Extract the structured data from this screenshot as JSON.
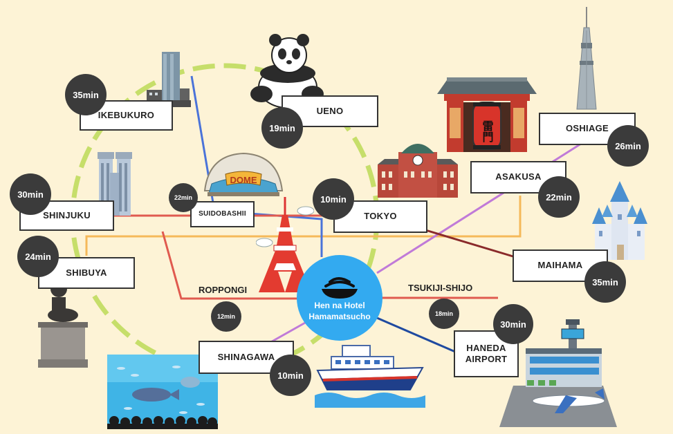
{
  "colors": {
    "background": "#fdf3d6",
    "yamanote_loop": "#c6de6a",
    "hotel": "#33aaf0",
    "badge": "#3b3b3b",
    "line_red": "#e05a4f",
    "line_orange": "#f5b95a",
    "line_purple": "#c07ad8",
    "line_blue": "#4a73d9",
    "line_navy": "#1f4aa0",
    "line_maroon": "#8a2a2a"
  },
  "hotel": {
    "line1": "Hen na Hotel",
    "line2": "Hamamatsucho",
    "icon": "onsen-bowl-icon"
  },
  "stations": {
    "ikebukuro": {
      "name": "IKEBUKURO",
      "time": "35min",
      "illustration": "skyscraper-icon"
    },
    "ueno": {
      "name": "UENO",
      "time": "19min",
      "illustration": "panda-icon"
    },
    "shinjuku": {
      "name": "SHINJUKU",
      "time": "30min",
      "illustration": "government-building-icon"
    },
    "suidobashi": {
      "name": "SUIDOBASHII",
      "time": "22min",
      "illustration": "dome-icon",
      "dome_text": "DOME"
    },
    "tokyo": {
      "name": "TOKYO",
      "time": "10min",
      "illustration": "tokyo-station-icon"
    },
    "asakusa": {
      "name": "ASAKUSA",
      "time": "22min",
      "illustration": "kaminarimon-gate-icon",
      "lantern_text": "雷門"
    },
    "oshiage": {
      "name": "OSHIAGE",
      "time": "26min",
      "illustration": "skytree-icon"
    },
    "shibuya": {
      "name": "SHIBUYA",
      "time": "24min",
      "illustration": "hachiko-statue-icon"
    },
    "maihama": {
      "name": "MAIHAMA",
      "time": "35min",
      "illustration": "castle-icon"
    },
    "roppongi": {
      "name": "ROPPONGI",
      "time": "12min",
      "illustration": "tokyo-tower-icon"
    },
    "tsukiji": {
      "name": "TSUKIJI-SHIJO",
      "time": "18min"
    },
    "haneda": {
      "name": "HANEDA\nAIRPORT",
      "time": "30min",
      "illustration": "airport-icon"
    },
    "shinagawa": {
      "name": "SHINAGAWA",
      "time": "10min",
      "illustration": "aquarium-icon"
    }
  },
  "ship": {
    "illustration": "cruise-ship-icon"
  }
}
